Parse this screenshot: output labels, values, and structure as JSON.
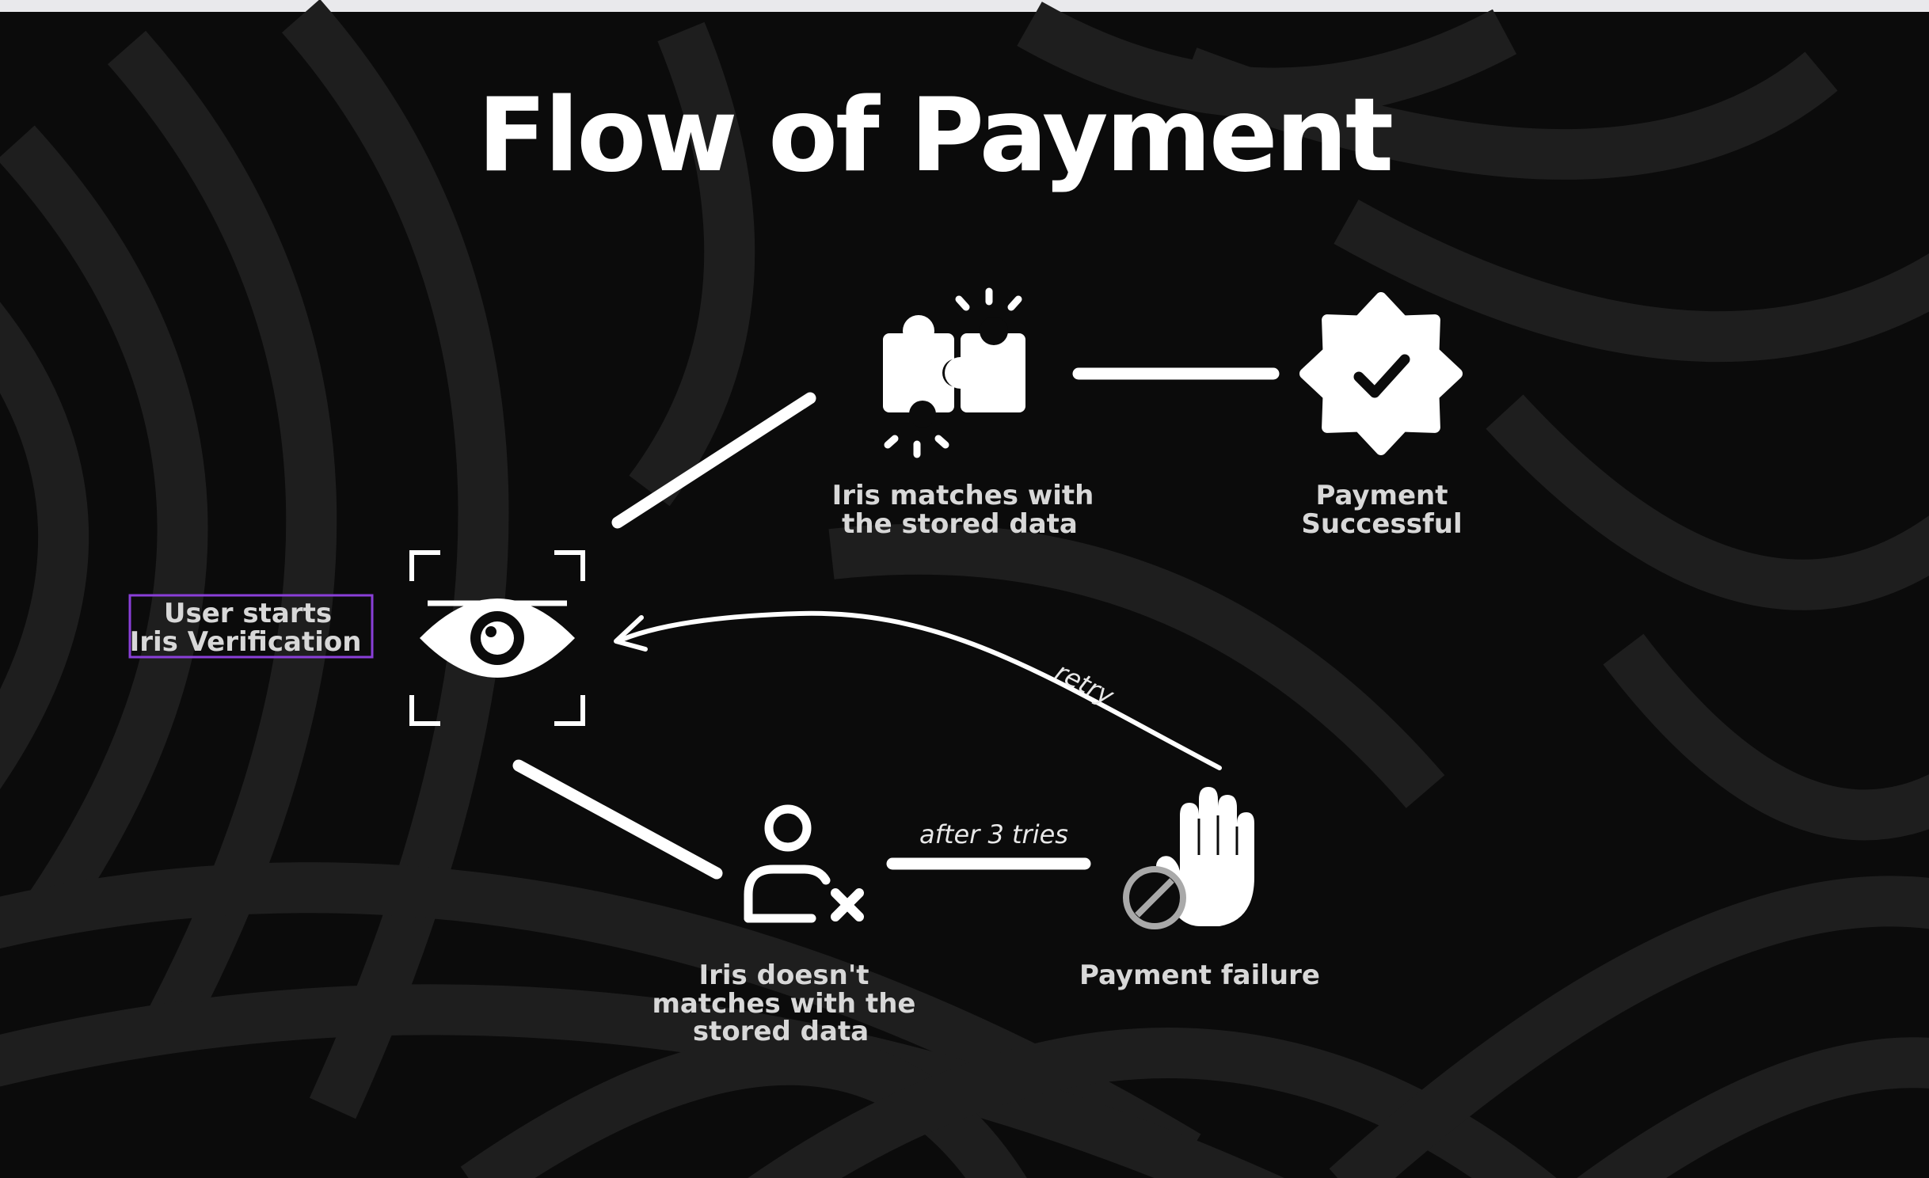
{
  "title": "Flow of Payment",
  "colors": {
    "background": "#0b0b0b",
    "pattern": "#1e1e1e",
    "foreground": "#ffffff",
    "highlight": "#8a3fd8"
  },
  "nodes": {
    "start": {
      "icon": "eye-scan-icon",
      "line1": "User starts",
      "line2": "Iris Verification"
    },
    "match": {
      "icon": "puzzle-pieces-icon",
      "line1": "Iris matches with",
      "line2": "the stored data"
    },
    "success": {
      "icon": "verified-badge-icon",
      "line1": "Payment",
      "line2": "Successful"
    },
    "mismatch": {
      "icon": "user-x-icon",
      "line1": "Iris doesn't",
      "line2": "matches with the",
      "line3": "stored data"
    },
    "failure": {
      "icon": "hand-stop-icon",
      "line1": "Payment failure"
    }
  },
  "edges": {
    "retry": "retry",
    "after_tries": "after 3 tries"
  }
}
